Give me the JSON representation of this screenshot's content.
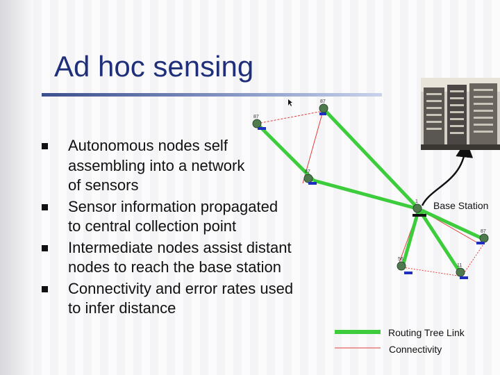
{
  "slide": {
    "title": "Ad hoc sensing",
    "bullets": [
      "Autonomous nodes self\nassembling into a network\nof sensors",
      "Sensor information propagated\n to central collection point",
      "Intermediate nodes assist distant\nnodes to reach the base station",
      "Connectivity and error rates used\nto infer distance"
    ]
  },
  "diagram": {
    "base_station_label": "Base Station",
    "legend": {
      "routing": "Routing Tree Link",
      "connectivity": "Connectivity"
    },
    "node_labels": [
      "87",
      "87",
      "87",
      "1",
      "87",
      "56",
      "11"
    ],
    "colors": {
      "routing_link": "#3ccc3c",
      "connectivity_link": "#e23b3b",
      "title": "#1f2f7a",
      "node_bar": "#1e2fbf"
    }
  }
}
